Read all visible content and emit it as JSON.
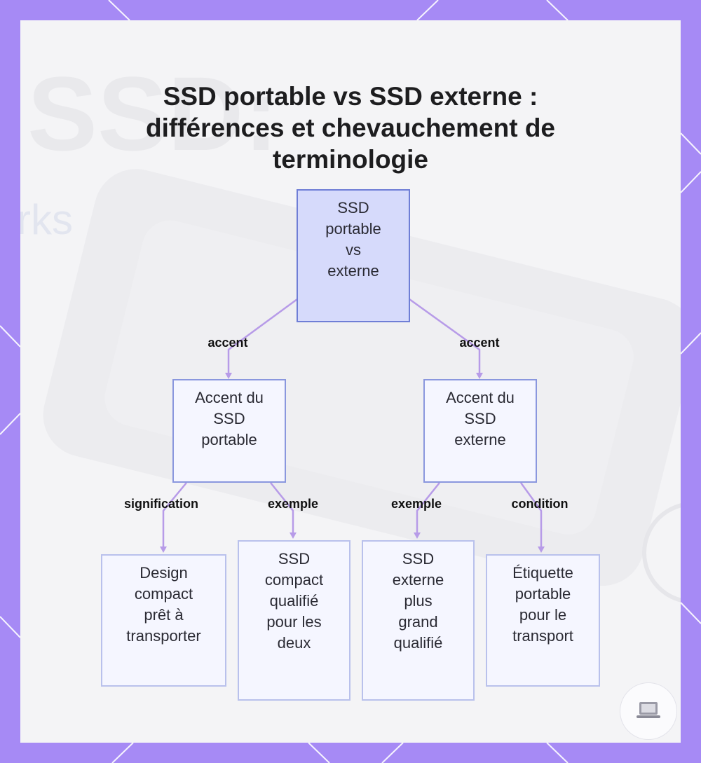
{
  "title": {
    "line1": "SSD portable vs SSD externe :",
    "line2": "différences et chevauchement de",
    "line3": "terminologie"
  },
  "nodes": {
    "root": "SSD\nportable\nvs\nexterne",
    "portable_accent": "Accent du\nSSD\nportable",
    "external_accent": "Accent du\nSSD\nexterne",
    "design_compact": "Design\ncompact\nprêt à\ntransporter",
    "compact_qualified": "SSD\ncompact\nqualifié\npour les\ndeux",
    "external_larger": "SSD\nexterne\nplus\ngrand\nqualifié",
    "portable_label": "Étiquette\nportable\npour le\ntransport"
  },
  "edges": {
    "root_to_portable": "accent",
    "root_to_external": "accent",
    "portable_to_design": "signification",
    "portable_to_compact": "exemple",
    "external_to_larger": "exemple",
    "external_to_label": "condition"
  },
  "background_ghost": {
    "big_text": "SSD:",
    "small_text": "rks"
  },
  "colors": {
    "frame": "#a68af5",
    "panel": "#f4f4f6",
    "connector": "#b79be8",
    "root_fill": "#d6dafb",
    "node_fill": "#f5f6ff"
  },
  "icons": {
    "logo": "laptop-logo-icon"
  }
}
